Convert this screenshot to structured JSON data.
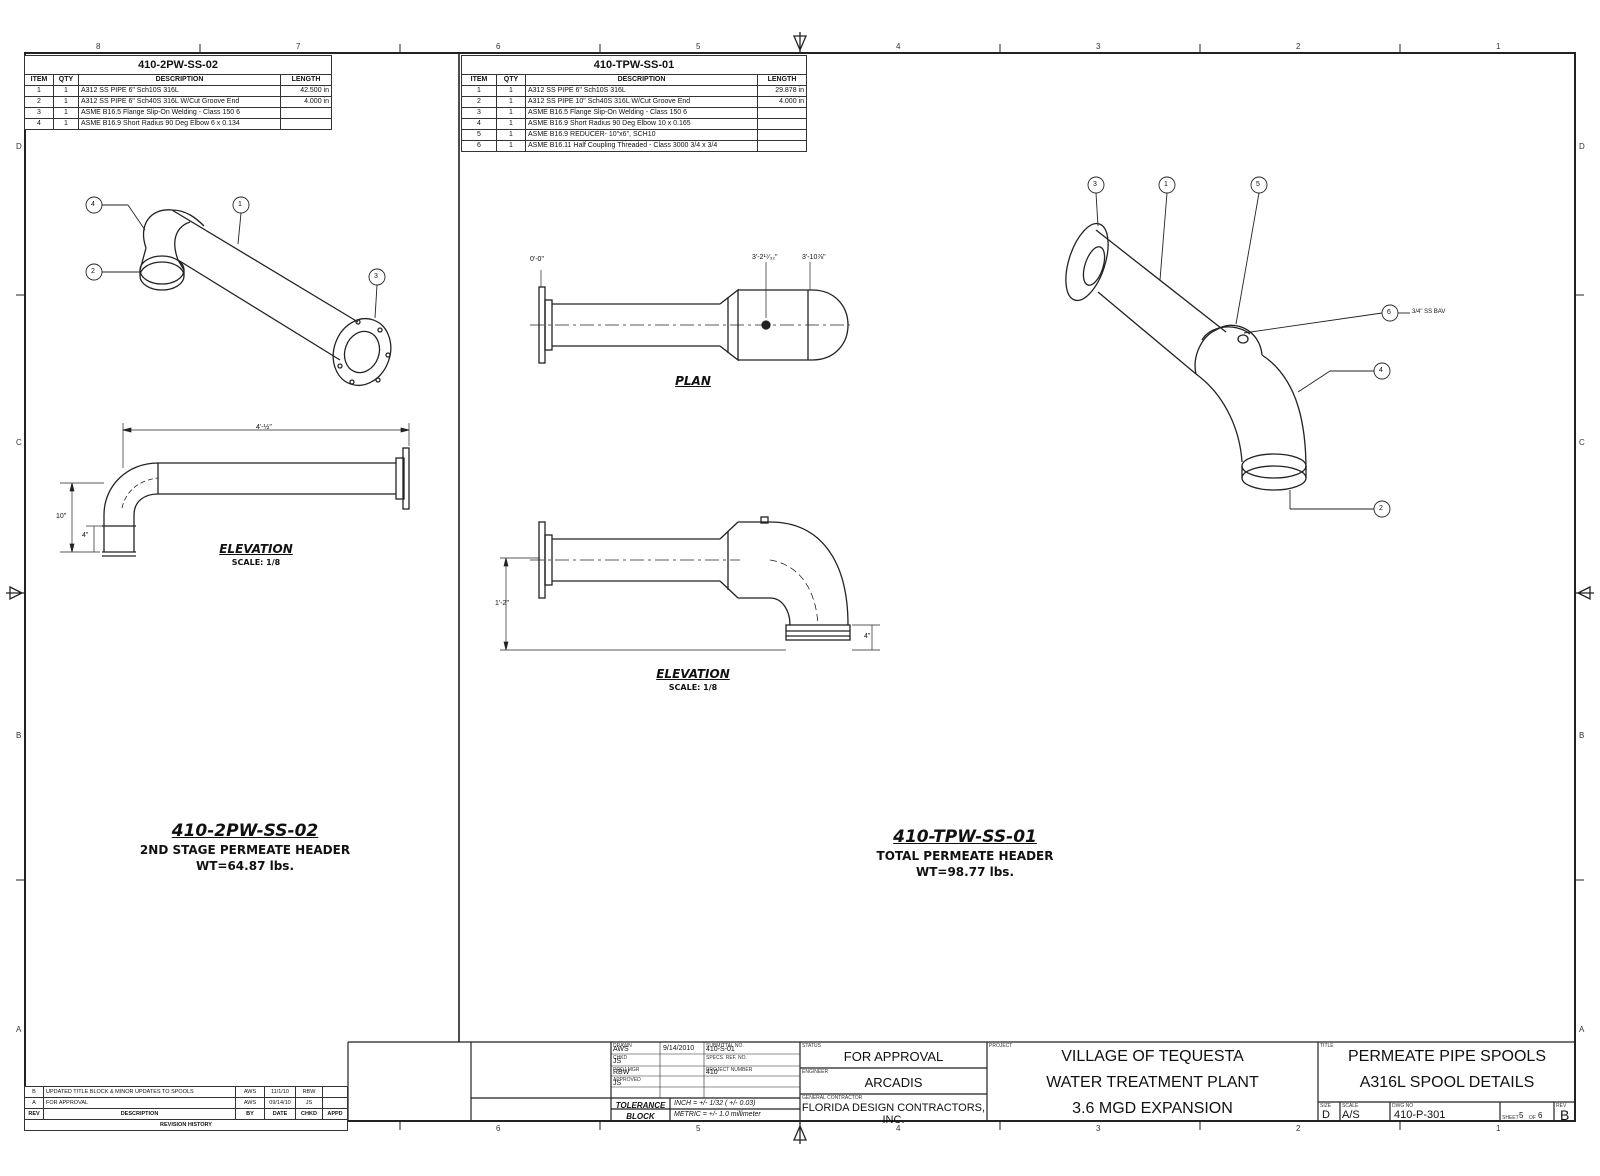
{
  "zones": {
    "top": [
      "8",
      "7",
      "6",
      "5",
      "4",
      "3",
      "2",
      "1"
    ],
    "side": [
      "D",
      "C",
      "B",
      "A"
    ]
  },
  "bom_left": {
    "title": "410-2PW-SS-02",
    "headers": [
      "ITEM",
      "QTY",
      "DESCRIPTION",
      "LENGTH"
    ],
    "rows": [
      [
        "1",
        "1",
        "A312 SS PIPE 6\" Sch10S 316L",
        "42.500 in"
      ],
      [
        "2",
        "1",
        "A312 SS PIPE 6\" Sch40S 316L W/Cut Groove End",
        "4.000 in"
      ],
      [
        "3",
        "1",
        "ASME B16.5 Flange Slip-On Welding - Class 150 6",
        ""
      ],
      [
        "4",
        "1",
        "ASME B16.9 Short Radius 90 Deg Elbow 6 x 0.134",
        ""
      ]
    ]
  },
  "bom_right": {
    "title": "410-TPW-SS-01",
    "headers": [
      "ITEM",
      "QTY",
      "DESCRIPTION",
      "LENGTH"
    ],
    "rows": [
      [
        "1",
        "1",
        "A312 SS PIPE 6\" Sch10S 316L",
        "29.878 in"
      ],
      [
        "2",
        "1",
        "A312 SS PIPE 10\" Sch40S 316L W/Cut Groove End",
        "4.000 in"
      ],
      [
        "3",
        "1",
        "ASME B16.5 Flange Slip-On Welding - Class 150 6",
        ""
      ],
      [
        "4",
        "1",
        "ASME B16.9 Short Radius 90 Deg Elbow 10 x 0.165",
        ""
      ],
      [
        "5",
        "1",
        "ASME B16.9 REDUCER- 10\"x6\", SCH10",
        ""
      ],
      [
        "6",
        "1",
        "ASME B16.11 Half Coupling Threaded - Class 3000 3/4 x 3/4",
        ""
      ]
    ]
  },
  "left": {
    "balloons": [
      "4",
      "1",
      "2",
      "3"
    ],
    "dim_length": "4'-½\"",
    "dim_height": "10\"",
    "dim_end": "4\"",
    "elevation_label": "ELEVATION",
    "elevation_scale": "SCALE: 1/8",
    "spool_id": "410-2PW-SS-02",
    "spool_name": "2ND STAGE PERMEATE HEADER",
    "spool_weight": "WT=64.87 lbs."
  },
  "right": {
    "plan_dims": [
      "0'-0\"",
      "3'-2¹⁷⁄₃₂\"",
      "3'-10⅞\""
    ],
    "plan_label": "PLAN",
    "elev_height": "1'-2\"",
    "elev_end": "4\"",
    "elevation_label": "ELEVATION",
    "elevation_scale": "SCALE: 1/8",
    "balloons": [
      "3",
      "1",
      "5",
      "6",
      "4",
      "2"
    ],
    "bav_note": "3/4\" SS BAV",
    "spool_id": "410-TPW-SS-01",
    "spool_name": "TOTAL PERMEATE HEADER",
    "spool_weight": "WT=98.77 lbs."
  },
  "revisions": {
    "rows": [
      [
        "B",
        "UPDATED TITLE BLOCK & MINOR UPDATES TO SPOOLS",
        "AWS",
        "11/1/10",
        "RBW",
        ""
      ],
      [
        "A",
        "FOR APPROVAL",
        "AWS",
        "09/14/10",
        "JS",
        ""
      ]
    ],
    "headers": [
      "REV",
      "DESCRIPTION",
      "BY",
      "DATE",
      "CHKD",
      "APPD"
    ],
    "footer": "REVISION HISTORY"
  },
  "titleblock": {
    "drawn_label": "DRAWN",
    "drawn": "AWS",
    "date": "9/14/2010",
    "submittal_label": "SUBMITTAL NO.",
    "submittal": "410-S-01",
    "checked_label": "CHKD",
    "checked": "JS",
    "specs_label": "SPECS. REF. NO.",
    "pm_label": "PROJ MGR",
    "pm": "RBW",
    "project_number_label": "PROJECT NUMBER",
    "project_number": "410",
    "approved_label": "APPROVED",
    "approved": "JS",
    "tolerance_label": "TOLERANCE BLOCK",
    "inch_tol": "INCH = +/- 1/32 ( +/- 0.03)",
    "metric_tol": "METRIC = +/- 1.0 millimeter",
    "status_label": "STATUS",
    "status": "FOR APPROVAL",
    "engineer_label": "ENGINEER",
    "engineer": "ARCADIS",
    "gc_label": "GENERAL CONTRACTOR",
    "gc": "FLORIDA DESIGN CONTRACTORS, INC.",
    "project_label": "PROJECT",
    "project_lines": [
      "VILLAGE OF TEQUESTA",
      "WATER TREATMENT PLANT",
      "3.6 MGD EXPANSION"
    ],
    "title_label": "TITLE",
    "title_lines": [
      "PERMEATE PIPE SPOOLS",
      "A316L SPOOL DETAILS"
    ],
    "size_label": "SIZE",
    "size": "D",
    "scale_label": "SCALE",
    "scale": "A/S",
    "dwg_label": "DWG NO",
    "dwg_no": "410-P-301",
    "sheet_label": "SHEET",
    "sheet": "5",
    "of_label": "OF",
    "of": "6",
    "rev_label": "REV",
    "rev": "B"
  }
}
